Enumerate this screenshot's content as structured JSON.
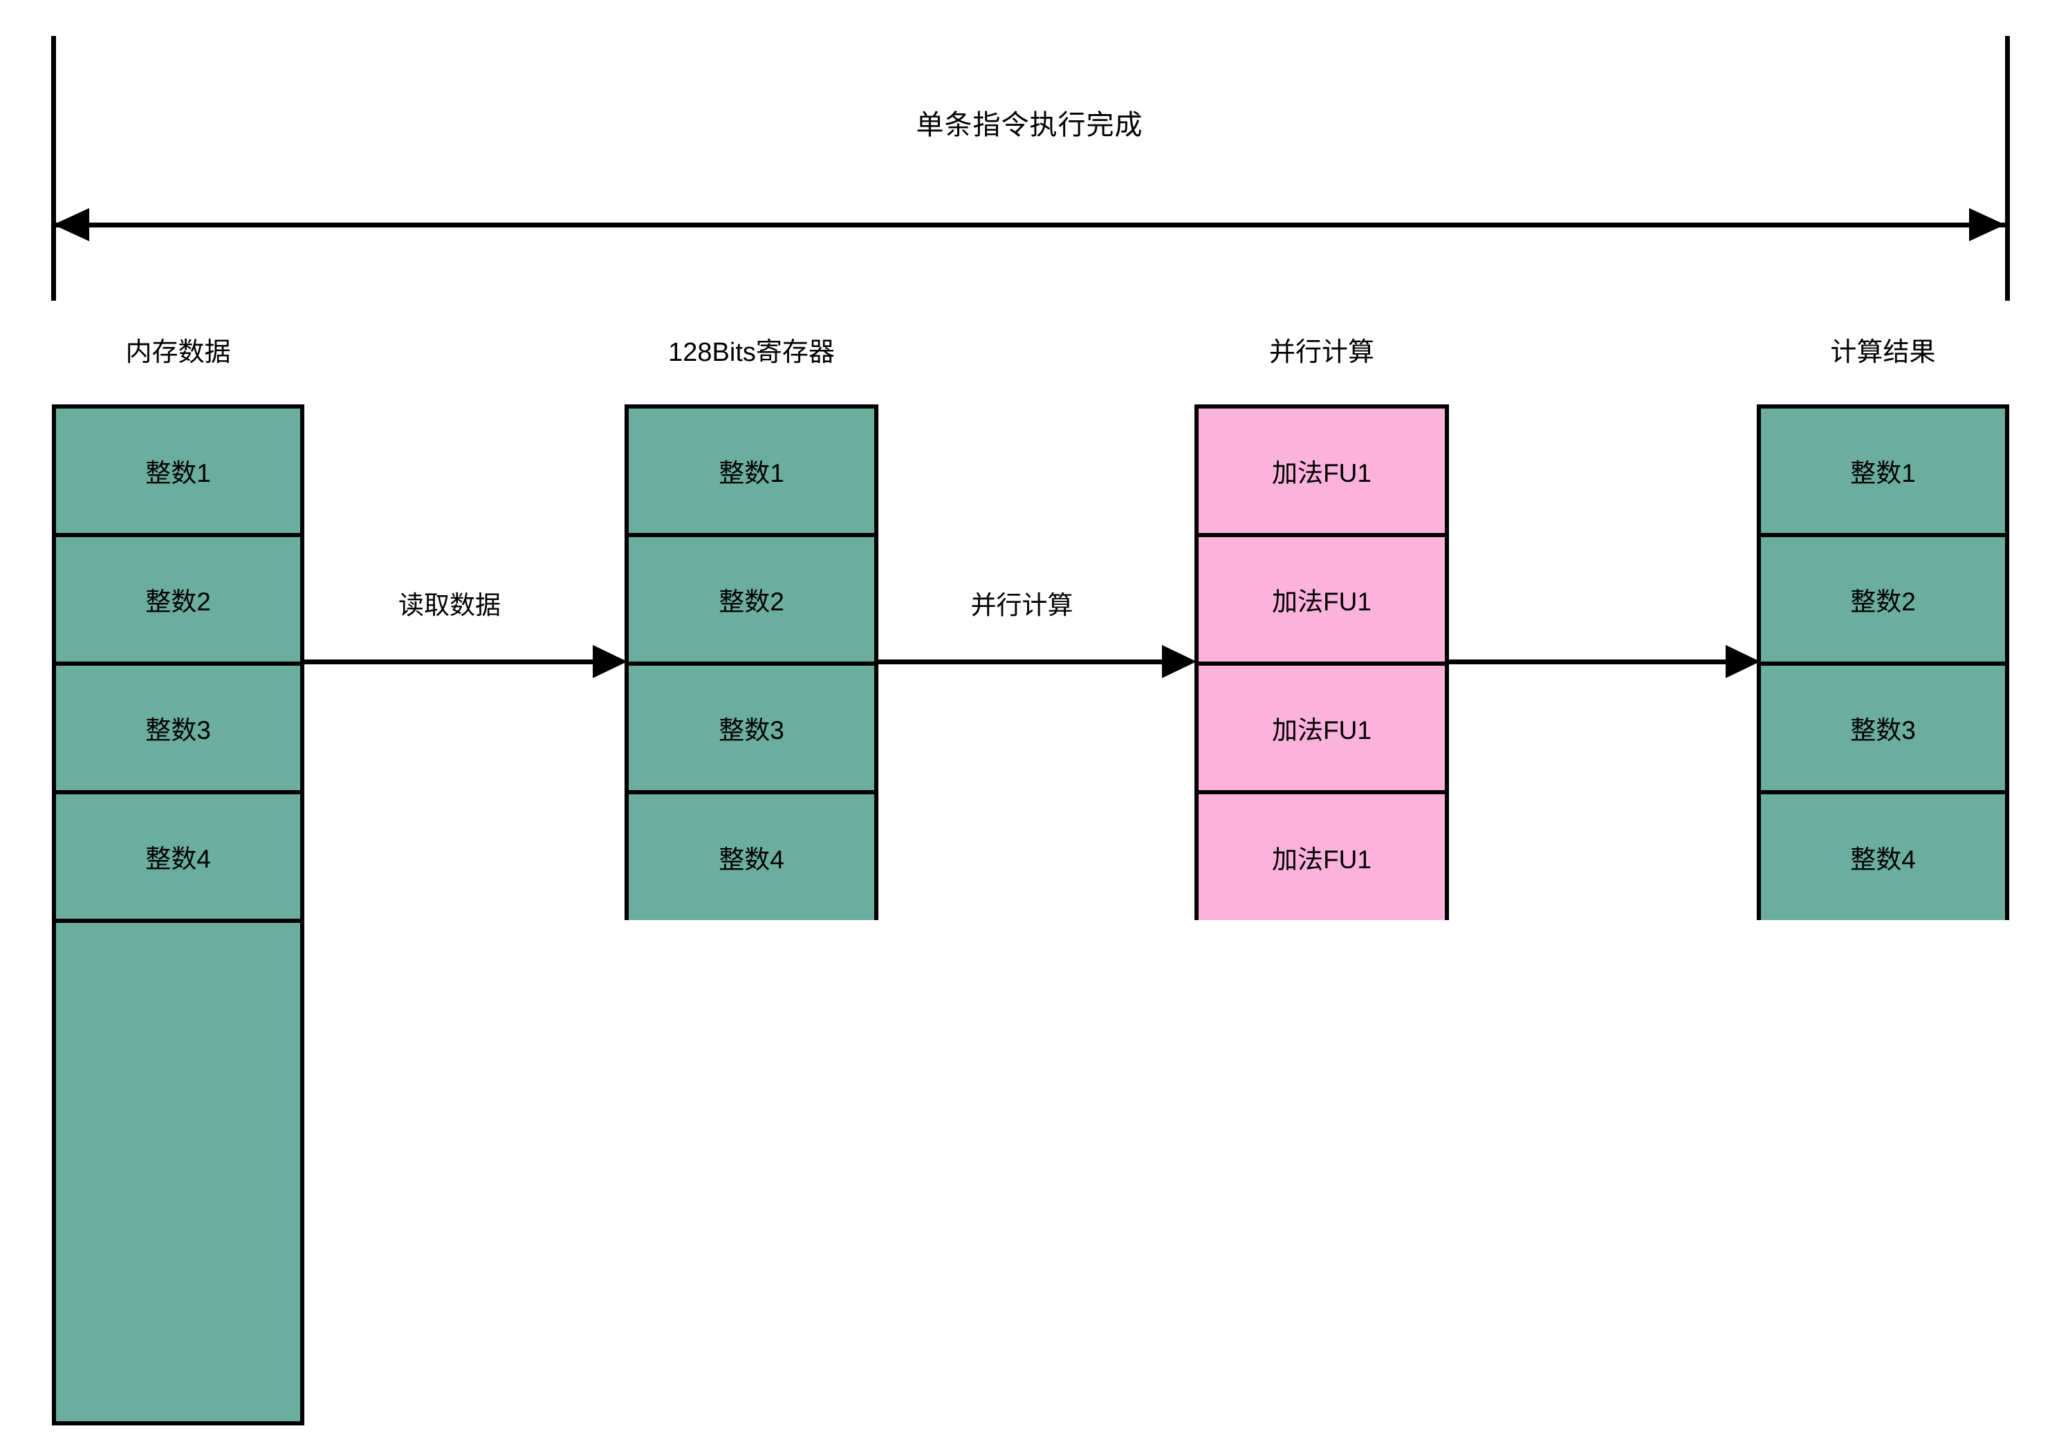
{
  "timeline": {
    "title": "单条指令执行完成",
    "arrow": "double-headed-horizontal-arrow"
  },
  "colors": {
    "green": "#6BAE9D",
    "pink": "#FBB3DC",
    "stroke": "#000000",
    "background": "#FFFFFF"
  },
  "columns": [
    {
      "header": "内存数据",
      "fill": "green",
      "cells": [
        "整数1",
        "整数2",
        "整数3",
        "整数4",
        ""
      ]
    },
    {
      "header": "128Bits寄存器",
      "fill": "green",
      "cells": [
        "整数1",
        "整数2",
        "整数3",
        "整数4"
      ]
    },
    {
      "header": "并行计算",
      "fill": "pink",
      "cells": [
        "加法FU1",
        "加法FU1",
        "加法FU1",
        "加法FU1"
      ]
    },
    {
      "header": "计算结果",
      "fill": "green",
      "cells": [
        "整数1",
        "整数2",
        "整数3",
        "整数4"
      ]
    }
  ],
  "connectors": [
    {
      "label": "读取数据"
    },
    {
      "label": "并行计算"
    },
    {
      "label": ""
    }
  ]
}
